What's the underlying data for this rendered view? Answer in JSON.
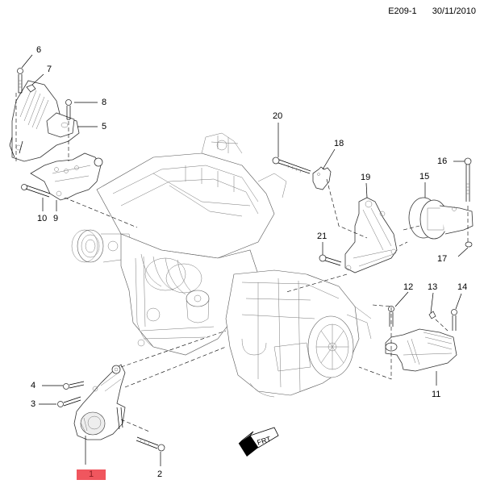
{
  "header": {
    "diagram_code": "E209-1",
    "date": "30/11/2010"
  },
  "highlight_color": "#f0565e",
  "callouts": [
    {
      "id": "1",
      "label": "1",
      "highlighted": true
    },
    {
      "id": "2",
      "label": "2"
    },
    {
      "id": "3",
      "label": "3"
    },
    {
      "id": "4",
      "label": "4"
    },
    {
      "id": "5",
      "label": "5"
    },
    {
      "id": "6",
      "label": "6"
    },
    {
      "id": "7",
      "label": "7"
    },
    {
      "id": "8",
      "label": "8"
    },
    {
      "id": "9",
      "label": "9"
    },
    {
      "id": "10",
      "label": "10"
    },
    {
      "id": "11",
      "label": "11"
    },
    {
      "id": "12",
      "label": "12"
    },
    {
      "id": "13",
      "label": "13"
    },
    {
      "id": "14",
      "label": "14"
    },
    {
      "id": "15",
      "label": "15"
    },
    {
      "id": "16",
      "label": "16"
    },
    {
      "id": "17",
      "label": "17"
    },
    {
      "id": "18",
      "label": "18"
    },
    {
      "id": "19",
      "label": "19"
    },
    {
      "id": "20",
      "label": "20"
    },
    {
      "id": "21",
      "label": "21"
    }
  ],
  "front_indicator": {
    "label": "FRT",
    "icon": "front-direction-arrow-icon"
  }
}
